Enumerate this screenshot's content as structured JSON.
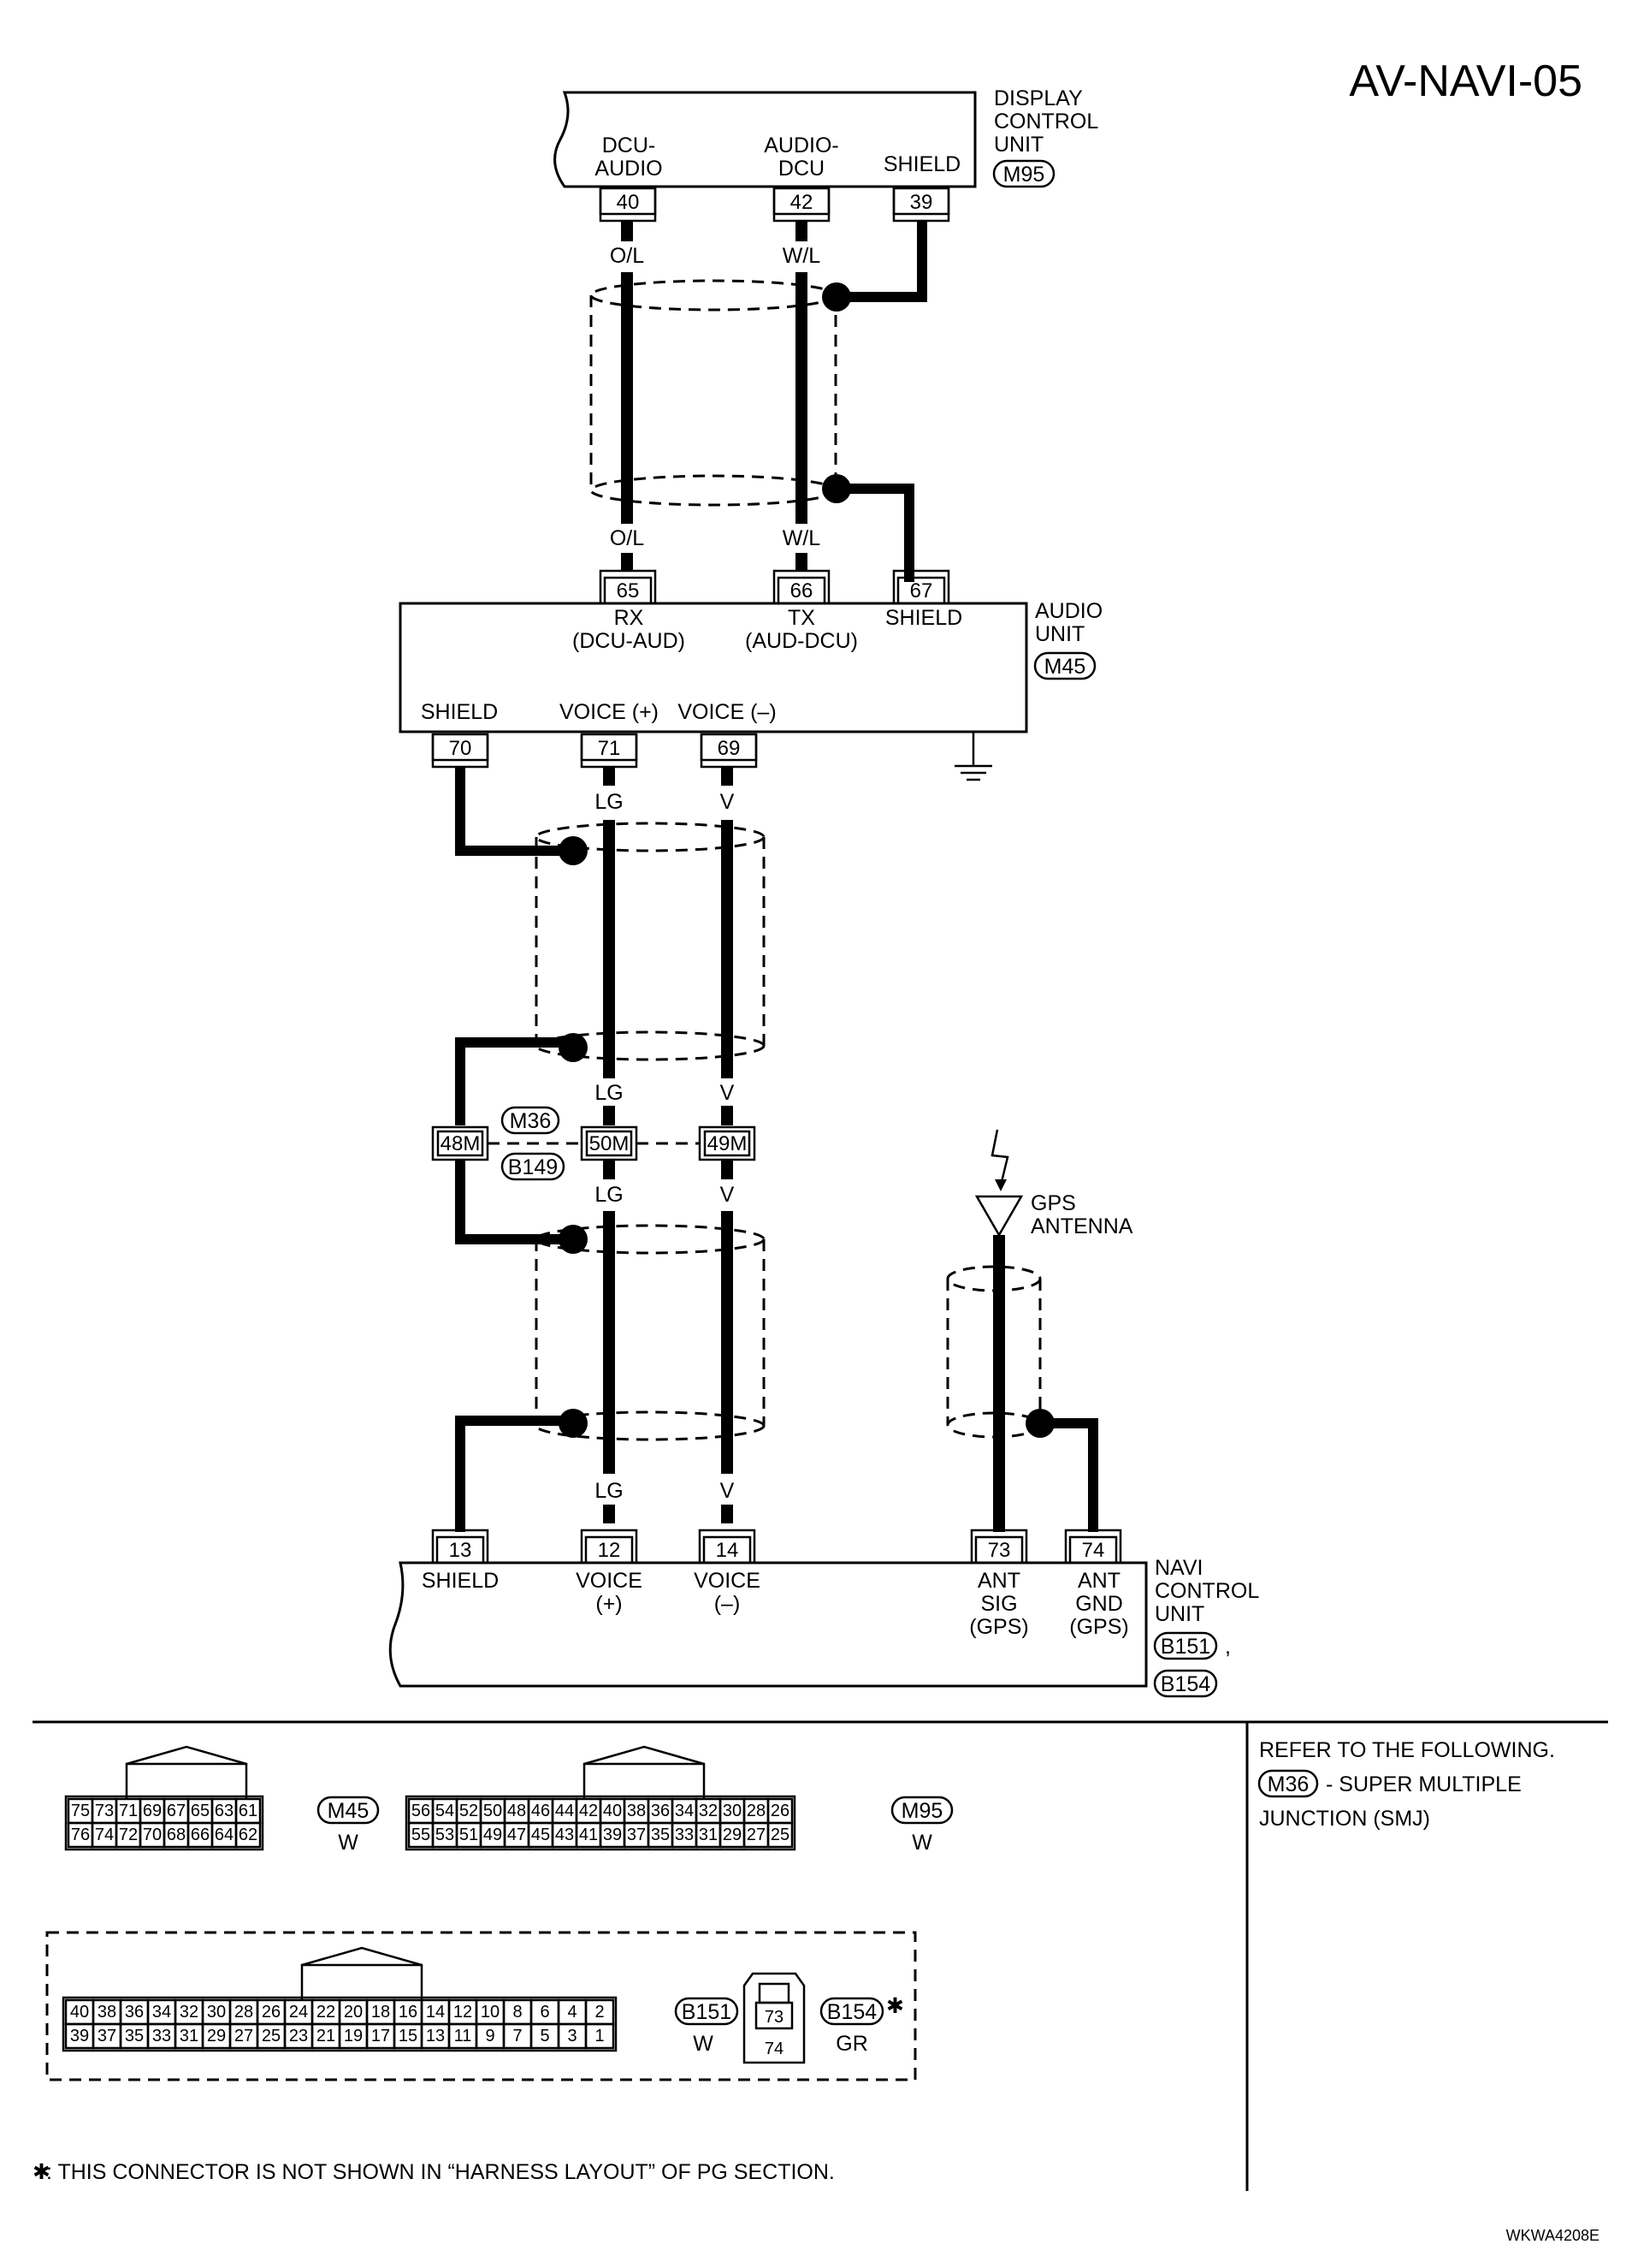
{
  "title": "AV-NAVI-05",
  "figure_code": "WKWA4208E",
  "display_unit": {
    "name_lines": [
      "DISPLAY",
      "CONTROL",
      "UNIT"
    ],
    "connector": "M95",
    "pins": [
      {
        "no": "40",
        "label_lines": [
          "DCU-",
          "AUDIO"
        ],
        "wire": "O/L"
      },
      {
        "no": "42",
        "label_lines": [
          "AUDIO-",
          "DCU"
        ],
        "wire": "W/L"
      },
      {
        "no": "39",
        "label_lines": [
          "SHIELD"
        ],
        "wire": ""
      }
    ]
  },
  "audio_unit": {
    "name_lines": [
      "AUDIO",
      "UNIT"
    ],
    "connector": "M45",
    "top_pins": [
      {
        "no": "65",
        "label_lines": [
          "RX",
          "(DCU-AUD)"
        ],
        "wire": "O/L"
      },
      {
        "no": "66",
        "label_lines": [
          "TX",
          "(AUD-DCU)"
        ],
        "wire": "W/L"
      },
      {
        "no": "67",
        "label_lines": [
          "SHIELD"
        ],
        "wire": ""
      }
    ],
    "bottom_pins": [
      {
        "no": "70",
        "label": "SHIELD",
        "wire": ""
      },
      {
        "no": "71",
        "label": "VOICE (+)",
        "wire": "LG"
      },
      {
        "no": "69",
        "label": "VOICE (–)",
        "wire": "V"
      }
    ]
  },
  "junction": {
    "connectors": [
      "M36",
      "B149"
    ],
    "pins": [
      "48M",
      "50M",
      "49M"
    ]
  },
  "gps_antenna": {
    "label_lines": [
      "GPS",
      "ANTENNA"
    ]
  },
  "navi_unit": {
    "name_lines": [
      "NAVI",
      "CONTROL",
      "UNIT"
    ],
    "connectors": [
      "B151",
      "B154"
    ],
    "pins": [
      {
        "no": "13",
        "label_lines": [
          "SHIELD"
        ],
        "wire": ""
      },
      {
        "no": "12",
        "label_lines": [
          "VOICE",
          "(+)"
        ],
        "wire": "LG"
      },
      {
        "no": "14",
        "label_lines": [
          "VOICE",
          "(–)"
        ],
        "wire": "V"
      },
      {
        "no": "73",
        "label_lines": [
          "ANT",
          "SIG",
          "(GPS)"
        ],
        "wire": ""
      },
      {
        "no": "74",
        "label_lines": [
          "ANT",
          "GND",
          "(GPS)"
        ],
        "wire": ""
      }
    ]
  },
  "connector_views": [
    {
      "id": "M45",
      "color": "W",
      "top_row": [
        "75",
        "73",
        "71",
        "69",
        "67",
        "65",
        "63",
        "61"
      ],
      "bottom_row": [
        "76",
        "74",
        "72",
        "70",
        "68",
        "66",
        "64",
        "62"
      ]
    },
    {
      "id": "M95",
      "color": "W",
      "top_row": [
        "56",
        "54",
        "52",
        "50",
        "48",
        "46",
        "44",
        "42",
        "40",
        "38",
        "36",
        "34",
        "32",
        "30",
        "28",
        "26"
      ],
      "bottom_row": [
        "55",
        "53",
        "51",
        "49",
        "47",
        "45",
        "43",
        "41",
        "39",
        "37",
        "35",
        "33",
        "31",
        "29",
        "27",
        "25"
      ]
    },
    {
      "id": "B151",
      "color": "W",
      "top_row": [
        "40",
        "38",
        "36",
        "34",
        "32",
        "30",
        "28",
        "26",
        "24",
        "22",
        "20",
        "18",
        "16",
        "14",
        "12",
        "10",
        "8",
        "6",
        "4",
        "2"
      ],
      "bottom_row": [
        "39",
        "37",
        "35",
        "33",
        "31",
        "29",
        "27",
        "25",
        "23",
        "21",
        "19",
        "17",
        "15",
        "13",
        "11",
        "9",
        "7",
        "5",
        "3",
        "1"
      ]
    },
    {
      "id": "B154",
      "color": "GR",
      "marker": "✱",
      "top_row": [
        "73"
      ],
      "bottom_row": [
        "74"
      ]
    }
  ],
  "refer": {
    "line1": "REFER TO THE FOLLOWING.",
    "connector": "M36",
    "line2": "- SUPER MULTIPLE",
    "line3": "JUNCTION (SMJ)"
  },
  "footnote": {
    "marker": "✱",
    "text": ": THIS CONNECTOR IS NOT SHOWN IN “HARNESS LAYOUT” OF PG SECTION."
  }
}
